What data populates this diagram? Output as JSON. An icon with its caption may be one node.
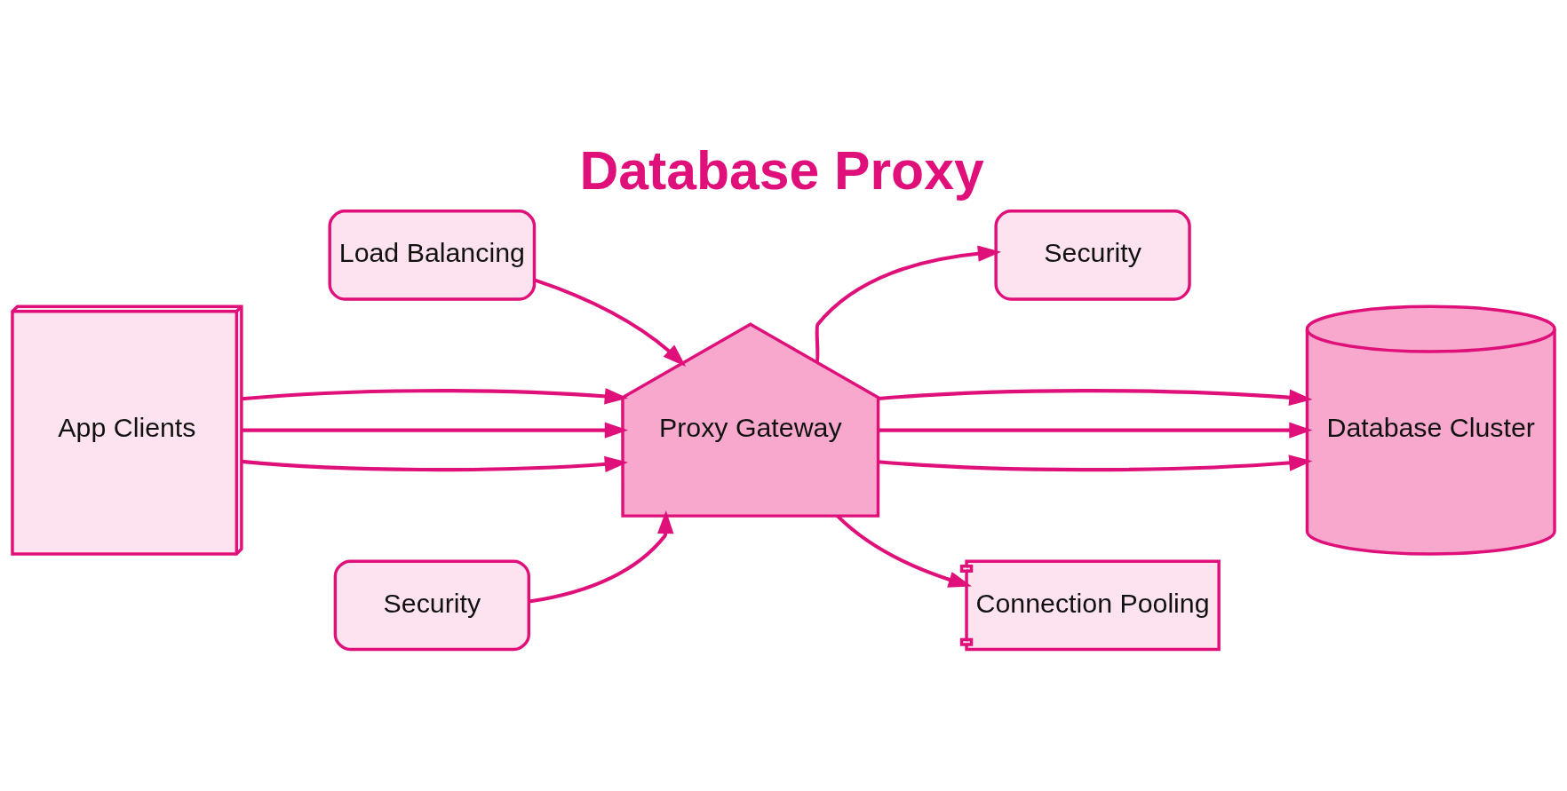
{
  "diagram": {
    "title": "Database Proxy",
    "nodes": [
      {
        "text": [
          "App Clients"
        ]
      },
      {
        "text": [
          "Load Balancing"
        ]
      },
      {
        "text": [
          "Security"
        ]
      },
      {
        "text": [
          "Proxy Gateway"
        ]
      },
      {
        "text": [
          "Security"
        ]
      },
      {
        "text": [
          "Connection Pooling"
        ]
      },
      {
        "text": [
          "Database Cluster"
        ]
      }
    ],
    "edges": [
      {
        "from": 0,
        "to": 3,
        "arrow": "to"
      },
      {
        "from": 0,
        "to": 3,
        "arrow": "to"
      },
      {
        "from": 0,
        "to": 3,
        "arrow": "to"
      },
      {
        "from": 1,
        "to": 3,
        "arrow": "to"
      },
      {
        "from": 2,
        "to": 3,
        "arrow": "to"
      },
      {
        "from": 3,
        "to": 4,
        "arrow": "to"
      },
      {
        "from": 3,
        "to": 5,
        "arrow": "to"
      },
      {
        "from": 3,
        "to": 6,
        "arrow": "to"
      },
      {
        "from": 3,
        "to": 6,
        "arrow": "to"
      },
      {
        "from": 3,
        "to": 6,
        "arrow": "to"
      }
    ]
  }
}
